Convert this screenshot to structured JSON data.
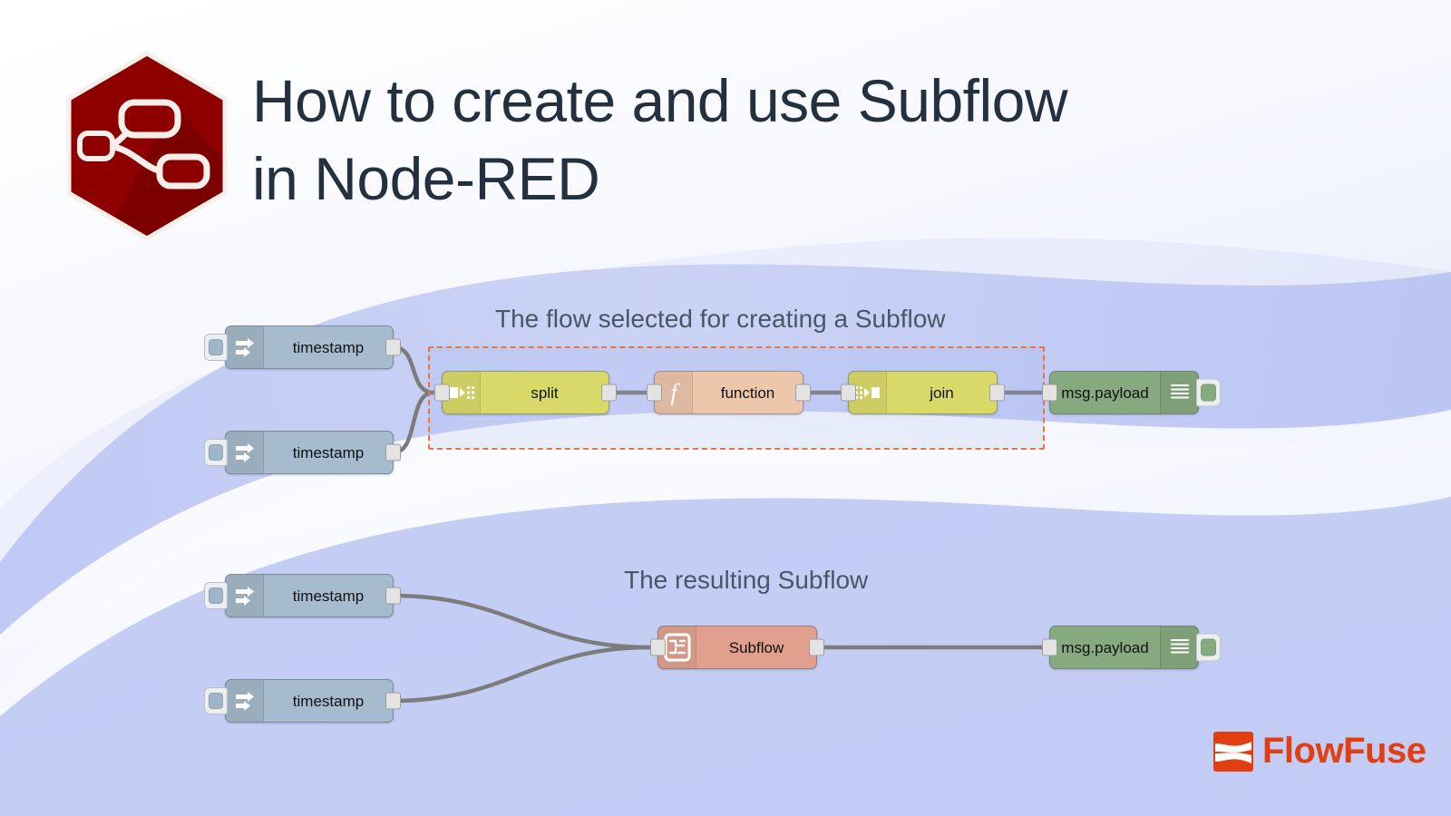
{
  "header": {
    "title": "How to create and use Subflow\nin Node-RED",
    "logo_name": "node-red-hexagon-logo"
  },
  "captions": {
    "flow1": "The flow selected for creating a Subflow",
    "flow2": "The resulting Subflow"
  },
  "brand": {
    "name": "FlowFuse",
    "accent": "#e13e11"
  },
  "palette": {
    "inject": "#a6bbcd",
    "split": "#d9d96a",
    "function": "#ecc7ac",
    "join": "#d9d96a",
    "debug": "#87a980",
    "subflow": "#e0a08d",
    "selection": "#e8763b",
    "title_color": "#22303f",
    "caption_color": "#4b5566",
    "background": "#eef1fc",
    "swoosh": "#b9c3f2"
  },
  "flow1": {
    "nodes": [
      {
        "id": "inject-1",
        "type": "inject",
        "label": "timestamp",
        "icon": "arrow-right-icon"
      },
      {
        "id": "inject-2",
        "type": "inject",
        "label": "timestamp",
        "icon": "arrow-right-icon"
      },
      {
        "id": "split-1",
        "type": "split",
        "label": "split",
        "icon": "split-icon"
      },
      {
        "id": "func-1",
        "type": "function",
        "label": "function",
        "icon": "function-f-icon"
      },
      {
        "id": "join-1",
        "type": "join",
        "label": "join",
        "icon": "join-icon"
      },
      {
        "id": "debug-1",
        "type": "debug",
        "label": "msg.payload",
        "icon": "debug-lines-icon"
      }
    ]
  },
  "flow2": {
    "nodes": [
      {
        "id": "inject-3",
        "type": "inject",
        "label": "timestamp",
        "icon": "arrow-right-icon"
      },
      {
        "id": "inject-4",
        "type": "inject",
        "label": "timestamp",
        "icon": "arrow-right-icon"
      },
      {
        "id": "subflow-1",
        "type": "subflow",
        "label": "Subflow",
        "icon": "subflow-icon"
      },
      {
        "id": "debug-2",
        "type": "debug",
        "label": "msg.payload",
        "icon": "debug-lines-icon"
      }
    ]
  }
}
